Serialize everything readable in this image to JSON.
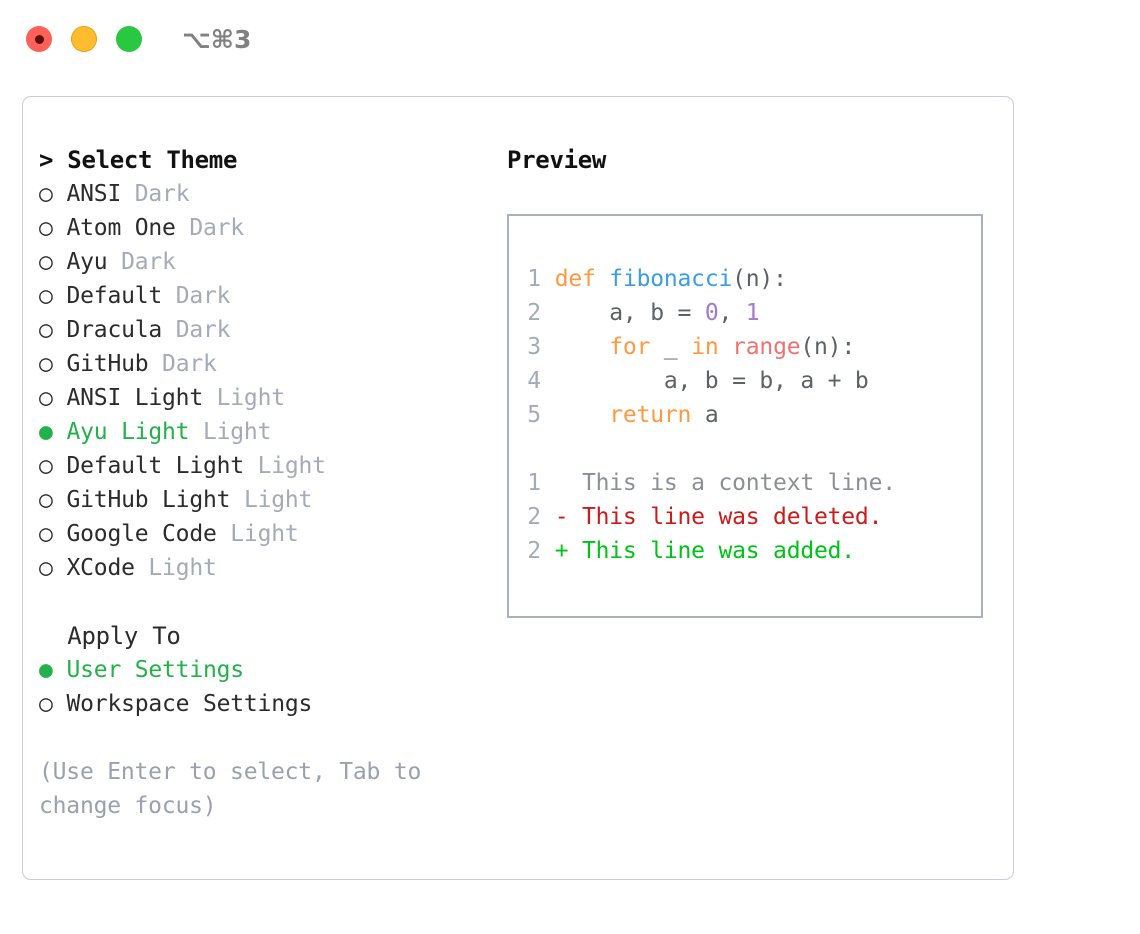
{
  "titlebar": {
    "shortcut": "⌥⌘3",
    "dots": [
      {
        "name": "close",
        "color": "#ff6058"
      },
      {
        "name": "minimize",
        "color": "#febc2e"
      },
      {
        "name": "maximize",
        "color": "#28c840"
      }
    ]
  },
  "theme_section": {
    "header": "> Select Theme",
    "items": [
      {
        "bullet": "○",
        "label": "ANSI",
        "variant": "Dark",
        "selected": false
      },
      {
        "bullet": "○",
        "label": "Atom One",
        "variant": "Dark",
        "selected": false
      },
      {
        "bullet": "○",
        "label": "Ayu",
        "variant": "Dark",
        "selected": false
      },
      {
        "bullet": "○",
        "label": "Default",
        "variant": "Dark",
        "selected": false
      },
      {
        "bullet": "○",
        "label": "Dracula",
        "variant": "Dark",
        "selected": false
      },
      {
        "bullet": "○",
        "label": "GitHub",
        "variant": "Dark",
        "selected": false
      },
      {
        "bullet": "○",
        "label": "ANSI Light",
        "variant": "Light",
        "selected": false
      },
      {
        "bullet": "●",
        "label": "Ayu Light",
        "variant": "Light",
        "selected": true
      },
      {
        "bullet": "○",
        "label": "Default Light",
        "variant": "Light",
        "selected": false
      },
      {
        "bullet": "○",
        "label": "GitHub Light",
        "variant": "Light",
        "selected": false
      },
      {
        "bullet": "○",
        "label": "Google Code",
        "variant": "Light",
        "selected": false
      },
      {
        "bullet": "○",
        "label": "XCode",
        "variant": "Light",
        "selected": false
      }
    ]
  },
  "apply_section": {
    "header": "  Apply To",
    "items": [
      {
        "bullet": "●",
        "label": "User Settings",
        "selected": true
      },
      {
        "bullet": "○",
        "label": "Workspace Settings",
        "selected": false
      }
    ]
  },
  "hint": "(Use Enter to select, Tab to change focus)",
  "preview": {
    "title": "Preview",
    "code_lines": [
      {
        "num": "1",
        "tokens": [
          {
            "t": "def",
            "c": "kw"
          },
          {
            "t": " ",
            "c": "plain"
          },
          {
            "t": "fibonacci",
            "c": "fn"
          },
          {
            "t": "(n):",
            "c": "punct"
          }
        ]
      },
      {
        "num": "2",
        "tokens": [
          {
            "t": "    a, b = ",
            "c": "plain"
          },
          {
            "t": "0",
            "c": "num"
          },
          {
            "t": ", ",
            "c": "plain"
          },
          {
            "t": "1",
            "c": "num"
          }
        ]
      },
      {
        "num": "3",
        "tokens": [
          {
            "t": "    ",
            "c": "plain"
          },
          {
            "t": "for",
            "c": "kw"
          },
          {
            "t": " _ ",
            "c": "plain"
          },
          {
            "t": "in",
            "c": "kw"
          },
          {
            "t": " ",
            "c": "plain"
          },
          {
            "t": "range",
            "c": "builtin"
          },
          {
            "t": "(n):",
            "c": "punct"
          }
        ]
      },
      {
        "num": "4",
        "tokens": [
          {
            "t": "        a, b = b, a + b",
            "c": "plain"
          }
        ]
      },
      {
        "num": "5",
        "tokens": [
          {
            "t": "    ",
            "c": "plain"
          },
          {
            "t": "return",
            "c": "kw"
          },
          {
            "t": " a",
            "c": "plain"
          }
        ]
      }
    ],
    "diff_lines": [
      {
        "num": "1",
        "marker": "  ",
        "text": "This is a context line.",
        "kind": "ctx"
      },
      {
        "num": "2",
        "marker": "- ",
        "text": "This line was deleted.",
        "kind": "del"
      },
      {
        "num": "2",
        "marker": "+ ",
        "text": "This line was added.",
        "kind": "add"
      }
    ]
  },
  "colors": {
    "accent_green": "#22b14a",
    "muted": "#a4aab8",
    "hint": "#9aa0ae",
    "kw": "#ff9940",
    "fn": "#399ee6",
    "num": "#a37acc",
    "builtin": "#f07171",
    "diff_del": "#cc1a1a",
    "diff_add": "#00c217"
  }
}
